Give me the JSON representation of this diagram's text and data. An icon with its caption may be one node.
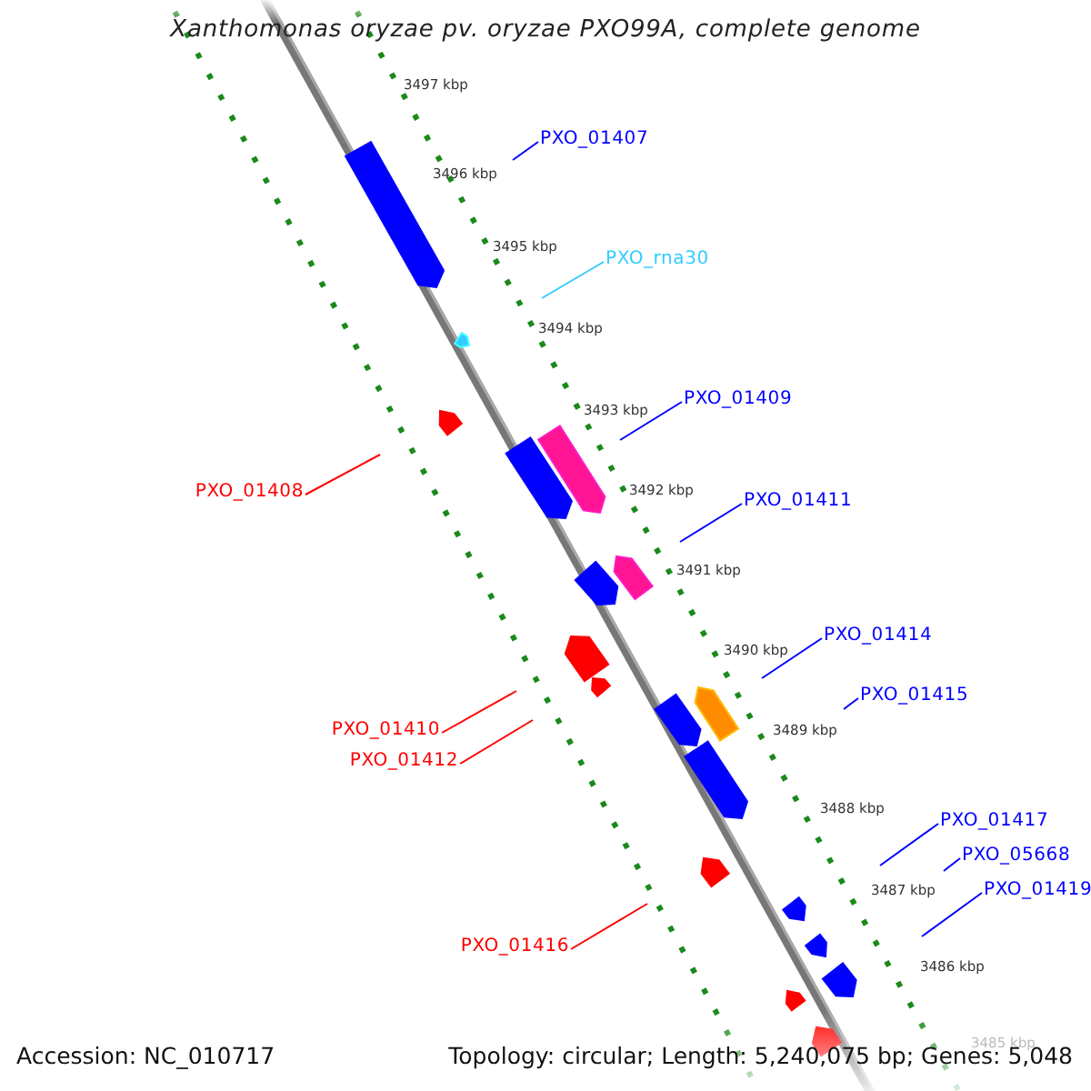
{
  "diagram": {
    "title": "Xanthomonas oryzae pv. oryzae PXO99A, complete genome",
    "nodes": [
      {
        "text": [
          "PXO_01407"
        ]
      },
      {
        "text": [
          "PXO_rna30"
        ]
      },
      {
        "text": [
          "PXO_01409"
        ]
      },
      {
        "text": [
          "PXO_01408"
        ]
      },
      {
        "text": [
          "PXO_01411"
        ]
      },
      {
        "text": [
          "PXO_01414"
        ]
      },
      {
        "text": [
          "PXO_01415"
        ]
      },
      {
        "text": [
          "PXO_01410"
        ]
      },
      {
        "text": [
          "PXO_01412"
        ]
      },
      {
        "text": [
          "PXO_01417"
        ]
      },
      {
        "text": [
          "PXO_05668"
        ]
      },
      {
        "text": [
          "PXO_01419"
        ]
      },
      {
        "text": [
          "PXO_01416"
        ]
      }
    ],
    "edges": [
      {
        "from": 0,
        "to": null,
        "arrow": "none"
      },
      {
        "from": 1,
        "to": null,
        "arrow": "none",
        "color": "#33ccff"
      },
      {
        "from": 2,
        "to": null,
        "arrow": "none"
      },
      {
        "from": 3,
        "to": null,
        "arrow": "none",
        "color": "#ff0000"
      },
      {
        "from": 4,
        "to": null,
        "arrow": "none"
      },
      {
        "from": 5,
        "to": null,
        "arrow": "none"
      },
      {
        "from": 6,
        "to": null,
        "arrow": "none"
      },
      {
        "from": 7,
        "to": null,
        "arrow": "none",
        "color": "#ff0000"
      },
      {
        "from": 8,
        "to": null,
        "arrow": "none",
        "color": "#ff0000"
      },
      {
        "from": 9,
        "to": null,
        "arrow": "none"
      },
      {
        "from": 10,
        "to": null,
        "arrow": "none"
      },
      {
        "from": 11,
        "to": null,
        "arrow": "none"
      },
      {
        "from": 12,
        "to": null,
        "arrow": "none",
        "color": "#ff0000"
      }
    ],
    "labels": [
      "3497 kbp",
      "3496 kbp",
      "3495 kbp",
      "3494 kbp",
      "3493 kbp",
      "3492 kbp",
      "3491 kbp",
      "3490 kbp",
      "3489 kbp",
      "3488 kbp",
      "3487 kbp",
      "3486 kbp",
      "3485 kbp",
      "Accession: NC_010717",
      "Topology: circular; Length: 5,240,075 bp; Genes: 5,048"
    ]
  }
}
